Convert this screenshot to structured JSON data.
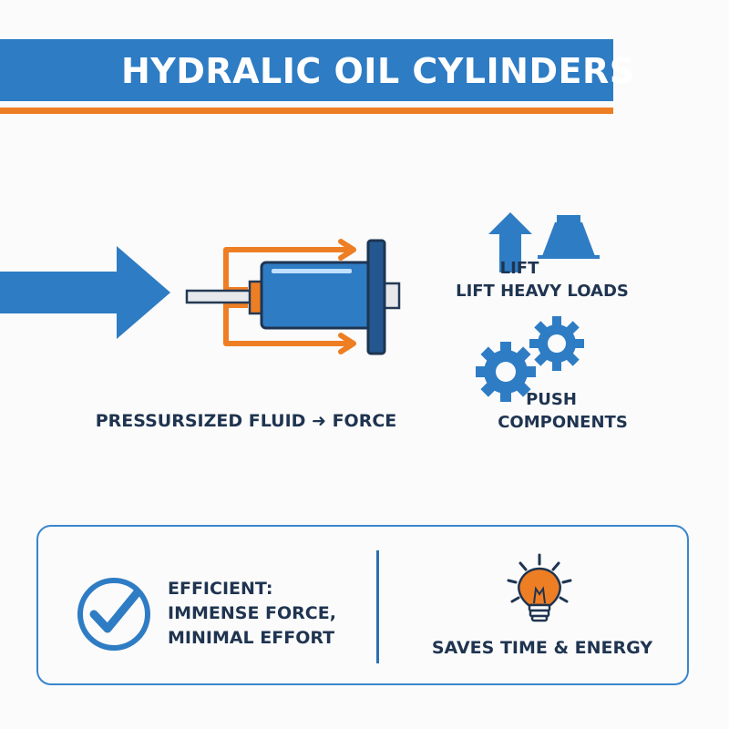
{
  "header": {
    "title": "HYDRALIC OIL CYLINDERS"
  },
  "diagram": {
    "caption": "PRESSURSIZED FLUID ➜ FORCE",
    "lift": {
      "label": "LIFT",
      "sublabel": "LIFT HEAVY LOADS"
    },
    "push": {
      "label": "PUSH",
      "sublabel": "COMPONENTS"
    }
  },
  "benefits": {
    "efficient_lines": [
      "EFFICIENT:",
      "IMMENSE FORCE,",
      "MINIMAL EFFORT"
    ],
    "saves": "SAVES TIME & ENERGY"
  },
  "colors": {
    "blue": "#2e7cc4",
    "dark_blue": "#1f4f86",
    "orange": "#ee7e24",
    "text": "#1f3450"
  },
  "icons": [
    "big-arrow-icon",
    "hydraulic-cylinder-icon",
    "up-arrow-icon",
    "weight-icon",
    "gears-icon",
    "checkmark-icon",
    "lightbulb-icon"
  ]
}
